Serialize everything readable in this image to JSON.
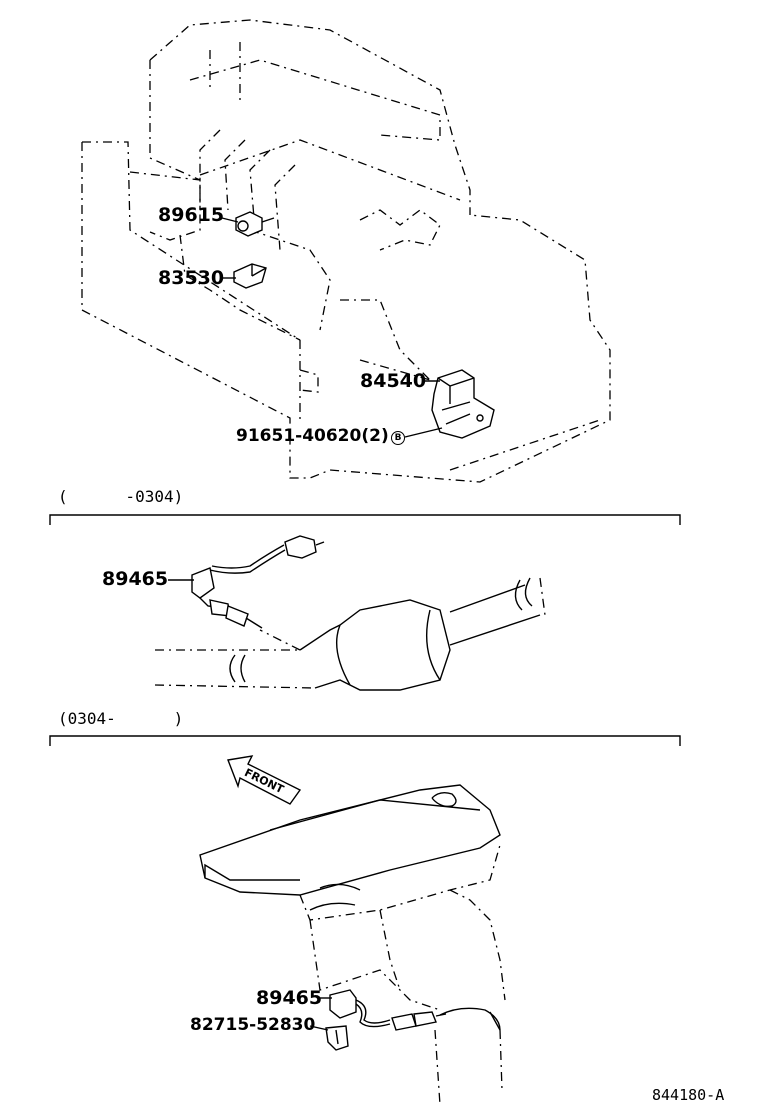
{
  "parts": {
    "p89615": "89615",
    "p83530": "83530",
    "p84540": "84540",
    "p91651": "91651-40620(2)",
    "p91651_badge": "B",
    "p89465_a": "89465",
    "p89465_b": "89465",
    "p82715": "82715-52830"
  },
  "sections": {
    "upto_0304": "(      -0304)",
    "from_0304": "(0304-      )"
  },
  "front_label": "FRONT",
  "figure_id": "844180-A"
}
